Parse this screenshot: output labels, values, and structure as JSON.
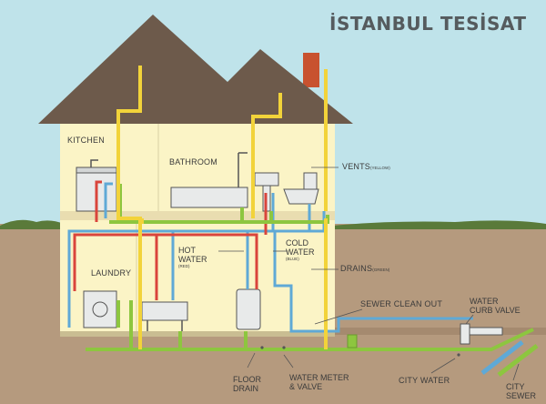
{
  "title": "İSTANBUL TESİSAT",
  "labels": {
    "kitchen": "KITCHEN",
    "bathroom": "BATHROOM",
    "laundry": "LAUNDRY",
    "vents": "VENTS",
    "vents_sub": "(YELLOW)",
    "hot_water_1": "HOT",
    "hot_water_2": "WATER",
    "hot_water_sub": "(RED)",
    "cold_water_1": "COLD",
    "cold_water_2": "WATER",
    "cold_water_sub": "(BLUE)",
    "drains": "DRAINS",
    "drains_sub": "(GREEN)",
    "sewer_clean_out": "SEWER CLEAN OUT",
    "water_curb_valve_1": "WATER",
    "water_curb_valve_2": "CURB VALVE",
    "floor_drain_1": "FLOOR",
    "floor_drain_2": "DRAIN",
    "water_meter_1": "WATER METER",
    "water_meter_2": "& VALVE",
    "city_water": "CITY WATER",
    "city_sewer_1": "CITY",
    "city_sewer_2": "SEWER"
  },
  "colors": {
    "sky": "#bfe3ea",
    "ground": "#b59a7e",
    "grass": "#5a7a3a",
    "roof": "#6d5a4b",
    "wall": "#fbf4c6",
    "chimney": "#c8522f",
    "vent": "#f2d33a",
    "hot": "#d9453c",
    "cold": "#5fa9d6",
    "drain": "#8dc63f",
    "fixture": "#e8eaea"
  }
}
